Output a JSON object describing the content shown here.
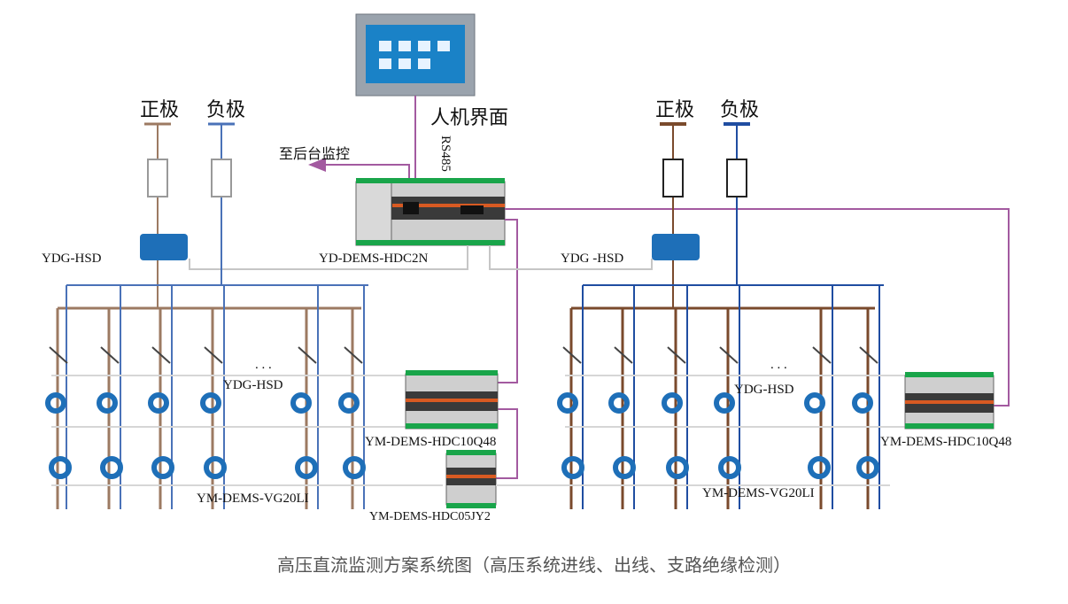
{
  "labels": {
    "hmi": "人机界面",
    "rs485": "RS485",
    "to_backend": "至后台监控",
    "left_positive": "正极",
    "left_negative": "负极",
    "right_positive": "正极",
    "right_negative": "负极",
    "left_ydg_top": "YDG-HSD",
    "right_ydg_top": "YDG -HSD",
    "left_ydg_mid": "YDG-HSD",
    "right_ydg_mid": "YDG-HSD",
    "main_unit": "YD-DEMS-HDC2N",
    "left_module": "YM-DEMS-HDC10Q48",
    "right_module": "YM-DEMS-HDC10Q48",
    "small_module": "YM-DEMS-HDC05JY2",
    "left_ct": "YM-DEMS-VG20LI",
    "right_ct": "YM-DEMS-VG20LI",
    "left_dots": ". . .",
    "right_dots": ". . ."
  },
  "caption": "高压直流监测方案系统图（高压系统进线、出线、支路绝缘检测）",
  "colors": {
    "positive_bus": "#9c7a62",
    "negative_bus": "#4a72b8",
    "comm_line": "#a35aa0",
    "device_blue": "#1e6fb8"
  }
}
